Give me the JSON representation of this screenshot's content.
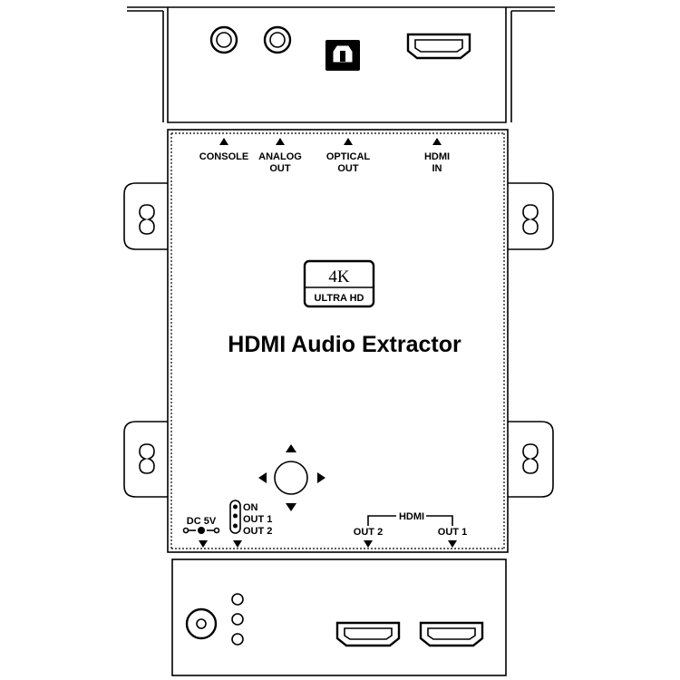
{
  "device": {
    "title": "HDMI Audio Extractor",
    "logo": {
      "top": "4K",
      "bottom": "ULTRA HD"
    }
  },
  "top_ports": {
    "console": "CONSOLE",
    "analog_1": "ANALOG",
    "analog_2": "OUT",
    "optical_1": "OPTICAL",
    "optical_2": "OUT",
    "hdmi_in_1": "HDMI",
    "hdmi_in_2": "IN"
  },
  "bottom_ports": {
    "dc": "DC 5V",
    "switch_on": "ON",
    "switch_out1": "OUT 1",
    "switch_out2": "OUT 2",
    "hdmi_group": "HDMI",
    "hdmi_out2": "OUT 2",
    "hdmi_out1": "OUT 1"
  },
  "colors": {
    "line": "#000000",
    "background": "#ffffff"
  }
}
